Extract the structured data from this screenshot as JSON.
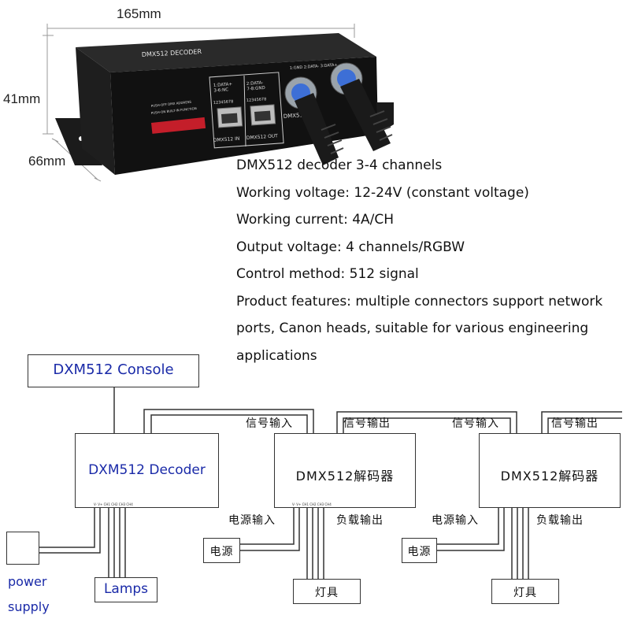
{
  "product": {
    "dimensions": {
      "width": "165mm",
      "height": "41mm",
      "depth": "66mm"
    },
    "device_label": "DMX512   DECODER",
    "port_in_top": "1:DATA+\n3-6:NC",
    "port_out_top": "2:DATA-\n7-8:GND",
    "port_in_bottom": "DMX512 IN",
    "port_out_bottom": "DMX512 OUT",
    "pin_numbers": "12345678",
    "xlr_label": "DMX512",
    "switch_caption_1": "PUSH-OFF  DMX ADDRESS",
    "switch_caption_2": "PUSH-ON   BUILT-IN FUNCTION",
    "xlr_pins": "1:GND  2:DATA-  3:DATA+"
  },
  "specs": [
    "DMX512 decoder 3-4 channels",
    "Working voltage: 12-24V (constant voltage)",
    "Working current: 4A/CH",
    "Output voltage: 4 channels/RGBW",
    "Control method: 512 signal",
    "Product features: multiple connectors support network",
    "ports, Canon heads, suitable for various engineering",
    "applications"
  ],
  "diagram": {
    "console": "DXM512 Console",
    "decoder": "DXM512 Decoder",
    "power_supply_line1": "power",
    "power_supply_line2": "supply",
    "lamps": "Lamps",
    "decoder_cn_1": "DMX512解码器",
    "decoder_cn_2": "DMX512解码器",
    "signal_in_1": "信号输入",
    "signal_out_1": "信号输出",
    "signal_in_2": "信号输入",
    "signal_out_2": "信号输出",
    "power_in_1": "电源输入",
    "load_out_1": "负载输出",
    "power_in_2": "电源输入",
    "load_out_2": "负载输出",
    "power_1": "电源",
    "power_2": "电源",
    "lamp_cn_1": "灯具",
    "lamp_cn_2": "灯具",
    "pin_labels": "V- V+ CH1 CH2 CH3 CH4"
  }
}
